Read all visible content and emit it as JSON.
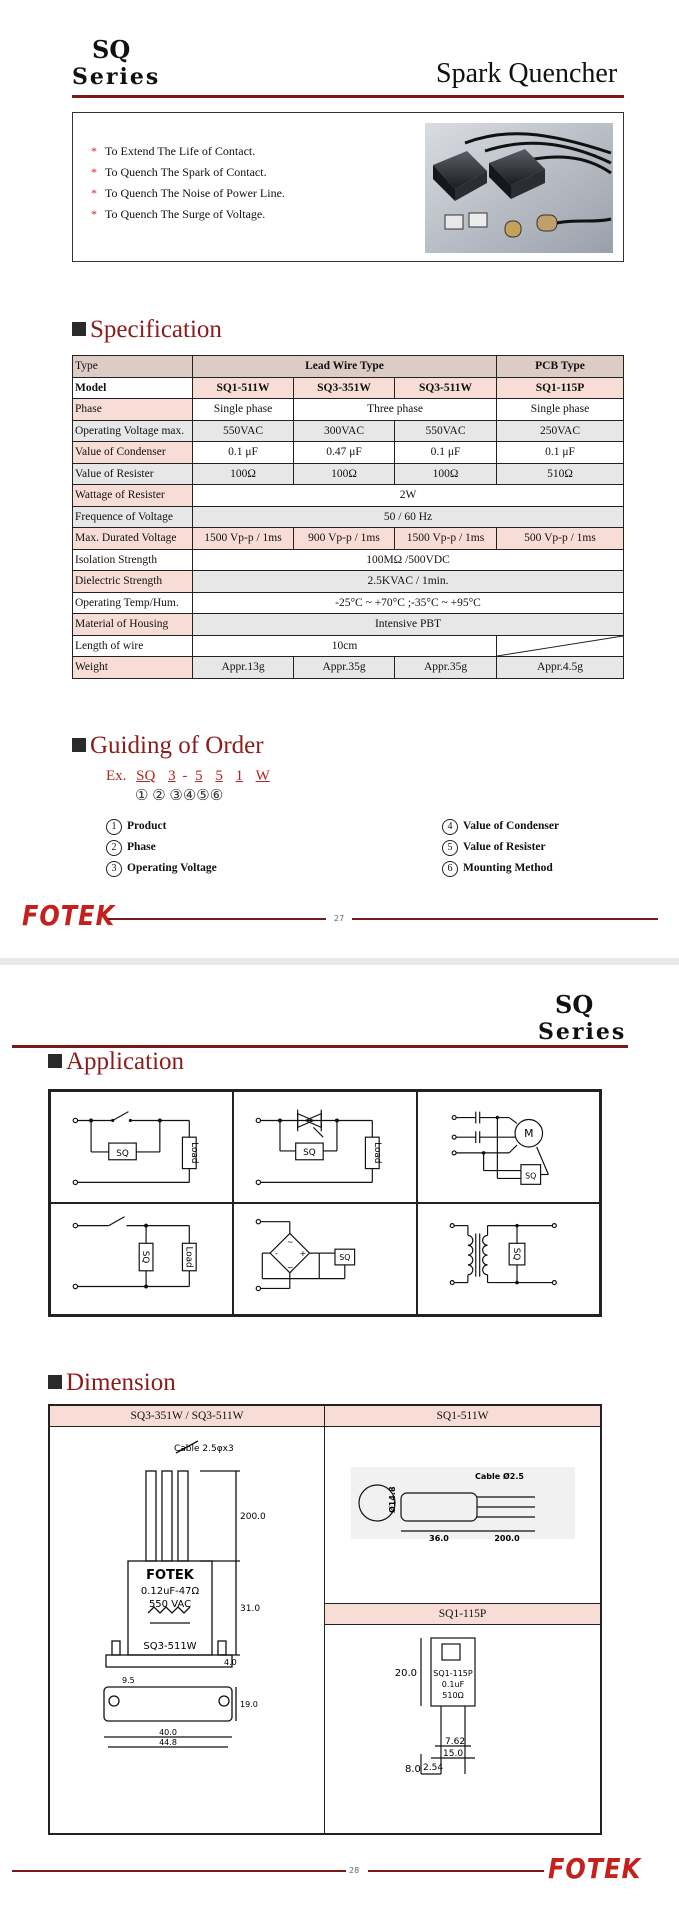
{
  "page1": {
    "header": {
      "series_top": "SQ",
      "series_bottom": "Series",
      "title": "Spark Quencher"
    },
    "features": [
      "To Extend The Life of Contact.",
      "To Quench The Spark of Contact.",
      "To Quench The Noise of Power Line.",
      "To Quench The Surge of Voltage."
    ],
    "spec_title": "Specification",
    "spec": {
      "type_label": "Type",
      "type_lead": "Lead Wire Type",
      "type_pcb": "PCB Type",
      "model_label": "Model",
      "models": [
        "SQ1-511W",
        "SQ3-351W",
        "SQ3-511W",
        "SQ1-115P"
      ],
      "phase_label": "Phase",
      "phase": [
        "Single phase",
        "Three phase",
        "Single phase"
      ],
      "opv_label": "Operating Voltage max.",
      "opv": [
        "550VAC",
        "300VAC",
        "550VAC",
        "250VAC"
      ],
      "cond_label": "Value of Condenser",
      "cond": [
        "0.1 μF",
        "0.47 μF",
        "0.1 μF",
        "0.1 μF"
      ],
      "res_label": "Value of Resister",
      "res": [
        "100Ω",
        "100Ω",
        "100Ω",
        "510Ω"
      ],
      "watt_label": "Wattage of Resister",
      "watt": "2W",
      "freq_label": "Frequence of Voltage",
      "freq": "50 / 60 Hz",
      "mdv_label": "Max. Durated Voltage",
      "mdv": [
        "1500 Vp-p / 1ms",
        "900 Vp-p / 1ms",
        "1500 Vp-p / 1ms",
        "500 Vp-p / 1ms"
      ],
      "iso_label": "Isolation Strength",
      "iso": "100MΩ /500VDC",
      "die_label": "Dielectric Strength",
      "die": "2.5KVAC / 1min.",
      "temp_label": "Operating Temp/Hum.",
      "temp": "-25°C ~ +70°C ;-35°C ~ +95°C",
      "mat_label": "Material of Housing",
      "mat": "Intensive PBT",
      "len_label": "Length of wire",
      "len": "10cm",
      "wt_label": "Weight",
      "wt": [
        "Appr.13g",
        "Appr.35g",
        "Appr.35g",
        "Appr.4.5g"
      ]
    },
    "order_title": "Guiding of Order",
    "order_example": {
      "prefix": "Ex.",
      "parts": [
        "SQ",
        "3",
        "-",
        "5",
        "5",
        "1",
        "W"
      ],
      "circles": "① ② ③④⑤⑥"
    },
    "order_items_left": [
      {
        "num": "1",
        "label": "Product"
      },
      {
        "num": "2",
        "label": "Phase"
      },
      {
        "num": "3",
        "label": "Operating Voltage"
      }
    ],
    "order_items_right": [
      {
        "num": "4",
        "label": "Value of Condenser"
      },
      {
        "num": "5",
        "label": "Value of Resister"
      },
      {
        "num": "6",
        "label": "Mounting Method"
      }
    ],
    "logo": "FOTEK",
    "page_number": "27"
  },
  "page2": {
    "header": {
      "series_top": "SQ",
      "series_bottom": "Series"
    },
    "application_title": "Application",
    "app_labels": {
      "sq": "SQ",
      "load": "Load",
      "motor": "M"
    },
    "dimension_title": "Dimension",
    "dim": {
      "left_head": "SQ3-351W / SQ3-511W",
      "right_top_head": "SQ1-511W",
      "right_bottom_head": "SQ1-115P",
      "left_labels": {
        "cable": "Cable 2.5φx3",
        "len200": "200.0",
        "len31": "31.0",
        "brand": "FOTEK",
        "value": "0.12uF-47Ω",
        "vac": "550 VAC",
        "model": "SQ3-511W",
        "d40": "4.0",
        "d95": "9.5",
        "d19": "19.0",
        "d400": "40.0",
        "d448": "44.8"
      },
      "right_top_labels": {
        "cable": "Cable Ø2.5",
        "dia": "Ø14.8",
        "len36": "36.0",
        "len200": "200.0"
      },
      "right_bottom_labels": {
        "model": "SQ1-115P",
        "cap": "0.1uF",
        "res": "510Ω",
        "h20": "20.0",
        "w762": "7.62",
        "w150": "15.0",
        "h80": "8.0",
        "p254": "2.54"
      }
    },
    "logo": "FOTEK",
    "page_number": "28"
  }
}
